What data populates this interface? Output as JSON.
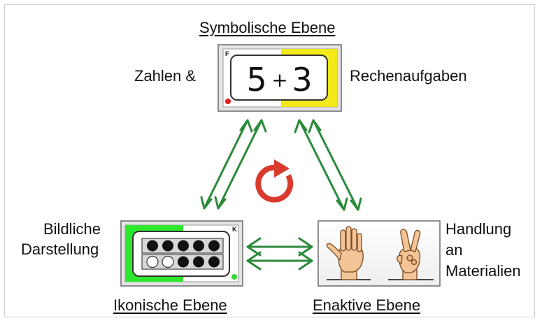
{
  "labels": {
    "symbolic_title": "Symbolische Ebene",
    "symbolic_left": "Zahlen &",
    "symbolic_right": "Rechenaufgaben",
    "card_symbolic_tag": "F",
    "equation_a": "5",
    "equation_op": "+",
    "equation_b": "3",
    "iconic_left_1": "Bildliche",
    "iconic_left_2": "Darstellung",
    "card_iconic_tag": "K",
    "iconic_title": "Ikonische Ebene",
    "enactive_right_1": "Handlung",
    "enactive_right_2": "an",
    "enactive_right_3": "Materialien",
    "enactive_title": "Enaktive Ebene"
  },
  "colors": {
    "arrow_green": "#2a8a3a",
    "cycle_red": "#d93a2e",
    "card_yellow": "#f2e81a",
    "card_green": "#2ee82e",
    "dot_red": "#e0201e",
    "dot_green": "#39d639",
    "skin": "#f2c496"
  },
  "icons": [
    "cycle-arrow-icon",
    "open-hand-icon",
    "two-fingers-hand-icon"
  ],
  "dot_field": {
    "row1": [
      "black",
      "black",
      "black",
      "black",
      "black"
    ],
    "row2": [
      "white",
      "white",
      "black",
      "black",
      "black"
    ]
  }
}
